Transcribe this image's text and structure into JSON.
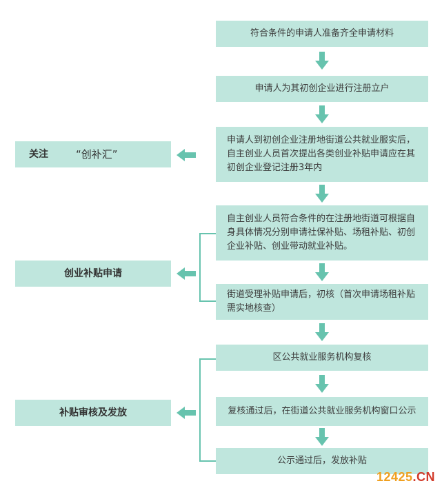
{
  "colors": {
    "box_fill": "#bfe6dd",
    "arrow": "#67c3ae",
    "text": "#3d3d3d"
  },
  "steps": [
    {
      "text": "符合条件的申请人准备齐全申请材料"
    },
    {
      "text": "申请人为其初创企业进行注册立户"
    },
    {
      "text": "申请人到初创企业注册地街道公共就业服实后，自主创业人员首次提出各类创业补贴申请应在其初创企业登记注册3年内"
    },
    {
      "text": "自主创业人员符合条件的在注册地街道可根据自身具体情况分别申请社保补贴、场租补贴、初创企业补贴、创业带动就业补贴。"
    },
    {
      "text": "街道受理补贴申请后，初核（首次申请场租补贴需实地核查）"
    },
    {
      "text": "区公共就业服务机构复核"
    },
    {
      "text": "复核通过后，在街道公共就业服务机构窗口公示"
    },
    {
      "text": "公示通过后，发放补贴"
    }
  ],
  "side_boxes": {
    "follow_label": "关注",
    "follow_name": "“创补汇”",
    "apply": "创业补贴申请",
    "review": "补贴审核及发放"
  },
  "watermark": {
    "num": "12425",
    "suffix": ".CN"
  }
}
